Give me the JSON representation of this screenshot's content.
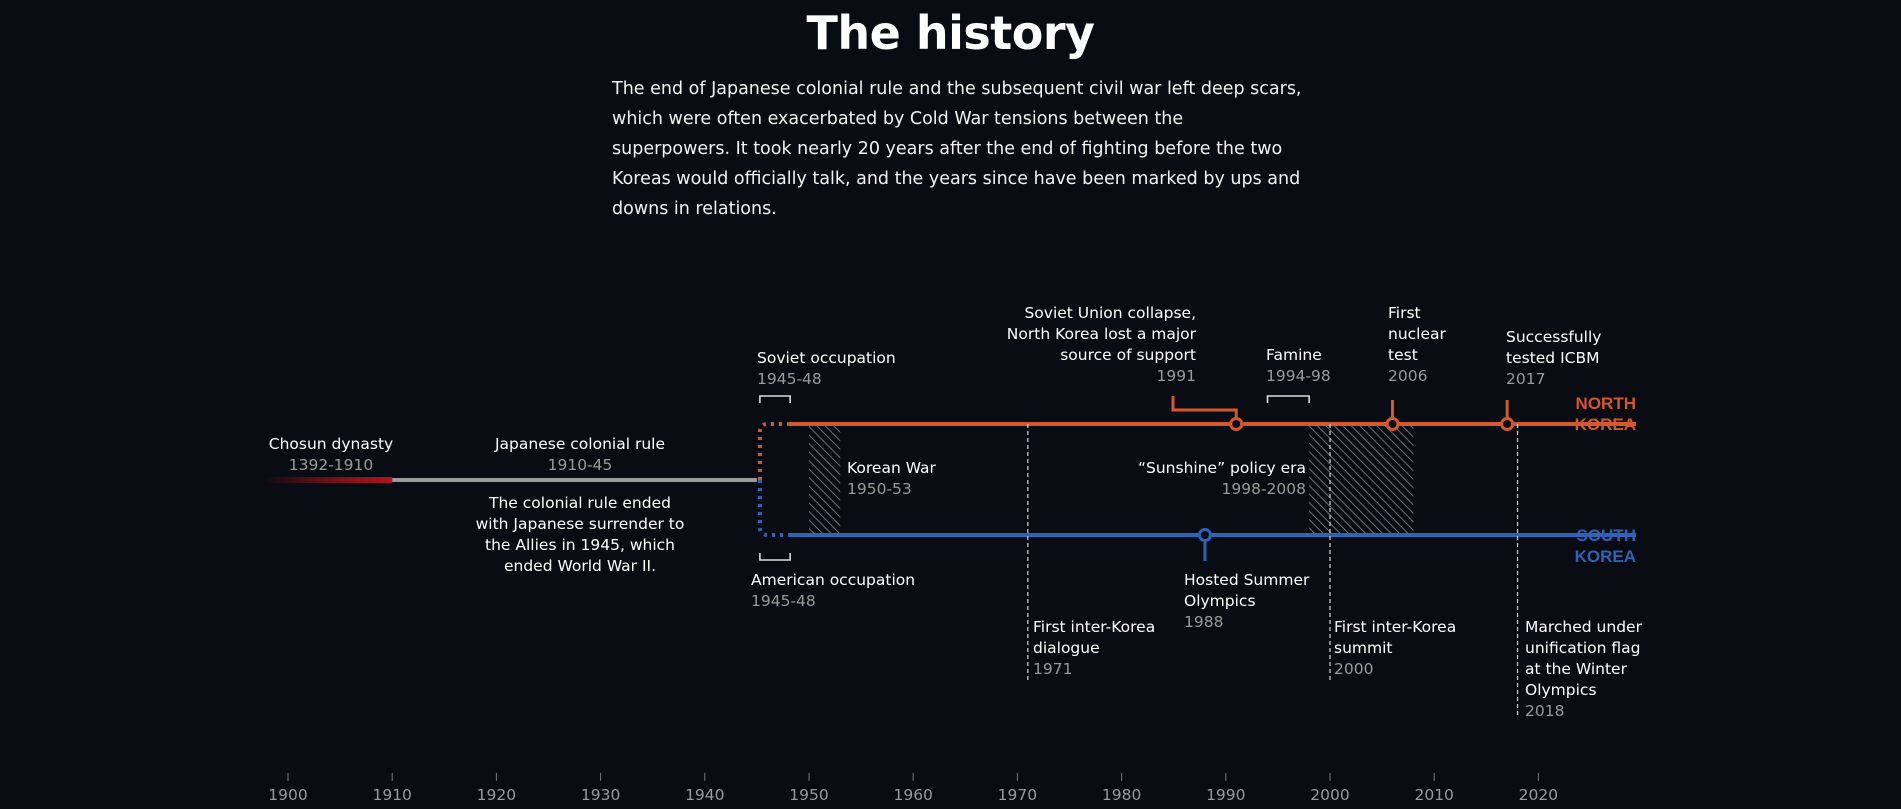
{
  "title": "The history",
  "intro": "The end of Japanese colonial rule and the subsequent civil war left deep scars, which were often exacerbated by Cold War tensions between the superpowers. It took nearly 20 years after the end of fighting before the two Koreas would officially talk, and the years since have been marked by ups and downs in relations.",
  "colors": {
    "north": "#d4582a",
    "south": "#2d63b8",
    "colonial": "#9a9a9a",
    "chosun": "#a0131c",
    "vline": "#c8c8c8"
  },
  "axis": {
    "ticks": [
      1900,
      1910,
      1920,
      1930,
      1940,
      1950,
      1960,
      1970,
      1980,
      1990,
      2000,
      2010,
      2020
    ]
  },
  "lines": {
    "north_label": [
      "NORTH",
      "KOREA"
    ],
    "south_label": [
      "SOUTH",
      "KOREA"
    ]
  },
  "events": {
    "chosun": {
      "label": "Chosun dynasty",
      "year": "1392-1910"
    },
    "colonial": {
      "label": "Japanese colonial rule",
      "year": "1910-45",
      "note": [
        "The colonial rule ended",
        "with Japanese surrender to",
        "the Allies in 1945, which",
        "ended World War II."
      ]
    },
    "soviet": {
      "label": "Soviet occupation",
      "year": "1945-48"
    },
    "american": {
      "label": "American occupation",
      "year": "1945-48"
    },
    "korean_war": {
      "label": "Korean War",
      "year": "1950-53"
    },
    "dialogue": {
      "label": [
        "First inter-Korea",
        "dialogue"
      ],
      "year": "1971"
    },
    "olympics": {
      "label": [
        "Hosted Summer",
        "Olympics"
      ],
      "year": "1988"
    },
    "soviet_collapse": {
      "label": [
        "Soviet Union collapse,",
        "North Korea lost a major",
        "source of support"
      ],
      "year": "1991"
    },
    "famine": {
      "label": "Famine",
      "year": "1994-98"
    },
    "sunshine": {
      "label": "“Sunshine” policy era",
      "year": "1998-2008"
    },
    "summit": {
      "label": [
        "First inter-Korea",
        "summit"
      ],
      "year": "2000"
    },
    "nuclear": {
      "label": [
        "First",
        "nuclear",
        "test"
      ],
      "year": "2006"
    },
    "icbm": {
      "label": [
        "Successfully",
        "tested ICBM"
      ],
      "year": "2017"
    },
    "winter": {
      "label": [
        "Marched under",
        "unification flag",
        "at the Winter",
        "Olympics"
      ],
      "year": "2018"
    }
  }
}
